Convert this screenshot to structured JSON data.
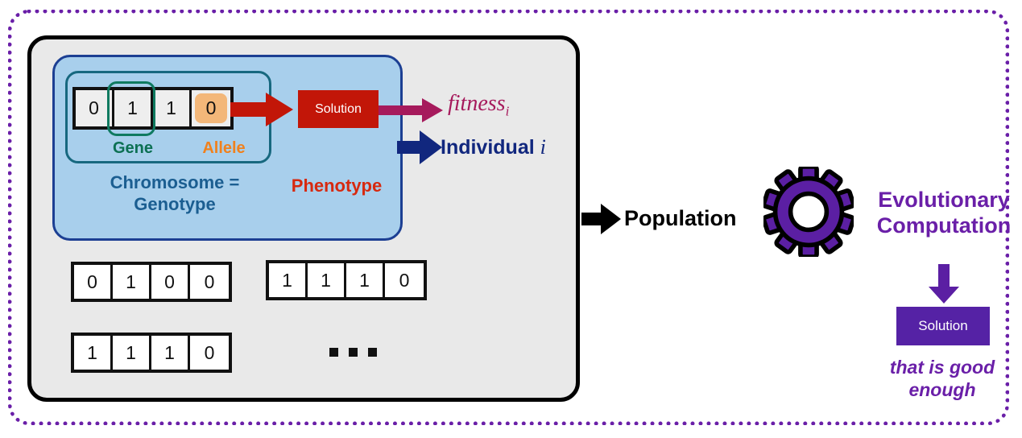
{
  "diagram": {
    "title": "Evolutionary Computation overview",
    "colors": {
      "outer_frame": "#6a1fa8",
      "gray_panel": "#e9e9e9",
      "blue_panel": "#a8cfec",
      "blue_panel_border": "#1c3f93",
      "teal_border": "#17687f",
      "gene_green": "#0c7053",
      "allele_orange": "#f0811d",
      "allele_fill": "#f3b779",
      "chromosome_blue": "#1b5e91",
      "phenotype_red": "#d7290f",
      "solution_red": "#c21608",
      "fitness_magenta": "#a61a5c",
      "individual_navy": "#11277e",
      "gear_purple": "#5b1fa3",
      "solution_purple": "#5522a5"
    }
  },
  "individual": {
    "genotype": {
      "cells": [
        "0",
        "1",
        "1",
        "0"
      ],
      "gene_index": 1,
      "allele_index": 3,
      "gene_label": "Gene",
      "allele_label": "Allele"
    },
    "chromosome_label": "Chromosome =\nGenotype",
    "chromosome_label_line1": "Chromosome =",
    "chromosome_label_line2": "Genotype",
    "phenotype_label": "Phenotype",
    "solution_label": "Solution",
    "fitness_label": "fitness",
    "fitness_subscript": "i",
    "individual_label": "Individual",
    "individual_index": "i"
  },
  "population": {
    "label": "Population",
    "rows": [
      {
        "cells": [
          "0",
          "1",
          "0",
          "0"
        ]
      },
      {
        "cells": [
          "1",
          "1",
          "1",
          "0"
        ]
      },
      {
        "cells": [
          "1",
          "1",
          "1",
          "0"
        ]
      }
    ],
    "ellipsis": "..."
  },
  "evolutionary_computation": {
    "gear_icon": "gear-icon",
    "label_line1": "Evolutionary",
    "label_line2": "Computation",
    "down_arrow_icon": "arrow-down-icon",
    "solution_label": "Solution",
    "caption_line1": "that is good",
    "caption_line2": "enough"
  }
}
